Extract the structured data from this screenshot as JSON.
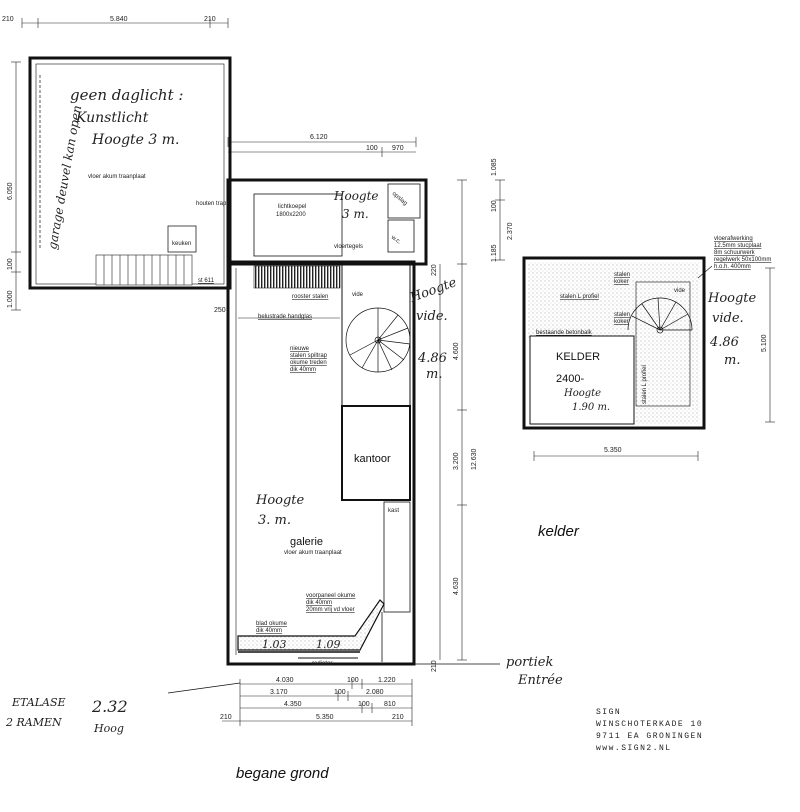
{
  "plan": {
    "title_ground": "begane grond",
    "title_cellar": "kelder",
    "dims_top": [
      "210",
      "5.840",
      "210"
    ],
    "dim_6120": "6.120",
    "dims_100_970": [
      "100",
      "970"
    ],
    "dims_left": [
      "6.050",
      "100",
      "1.000"
    ],
    "dim_250": "250",
    "dims_right_main": [
      "1.085",
      "100",
      "2.370",
      "1.185",
      "220",
      "4.600",
      "3.200",
      "12.630",
      "4.630",
      "210"
    ],
    "dims_bottom_1": [
      "4.030",
      "100",
      "1.220"
    ],
    "dims_bottom_2": [
      "3.170",
      "100",
      "2.080"
    ],
    "dims_bottom_3": [
      "4.350",
      "100",
      "810"
    ],
    "dims_bottom_4": [
      "210",
      "5.350",
      "210"
    ],
    "cellar_dim_bottom": "5.350",
    "cellar_dim_right": "5.100",
    "annotations": {
      "garage_floor": "vloer akum traanplaat",
      "houten_trap": "houten trap",
      "keuken": "keuken",
      "st_611": "st 611",
      "lichtkoepel": "lichtkoepel",
      "lichtkoepel_size": "1800x2200",
      "vloertegels": "vloertegels",
      "opslag": "opslag",
      "wc": "w.c.",
      "rooster_stalen": "rooster stalen",
      "vide": "vide",
      "belustrade": "belustrade handglas",
      "nieuwe_stalen": "nieuwe",
      "stalen_spiltrap": "stalen spiltrap",
      "okume_treden": "okume treden",
      "dik_40mm": "dik 40mm",
      "kantoor": "kantoor",
      "kast": "kast",
      "galerie": "galerie",
      "galerie_floor": "vloer akum traanplaat",
      "voorpaneel_1": "voorpaneel okume",
      "voorpaneel_2": "dik 40mm",
      "voorpaneel_3": "20mm vrij vd vloer",
      "blad_okume_1": "blad okume",
      "blad_okume_2": "dik 40mm",
      "radiator": "radiator",
      "kelder": "KELDER",
      "kelder_level": "2400-",
      "cellar_vide": "vide",
      "stalen_koker_1": "stalen",
      "stalen_koker_2": "koker",
      "stalen_l_profiel": "stalen L profiel",
      "stalen_koker_3": "stalen",
      "stalen_koker_4": "koker",
      "bestaande_betonbalk": "bestaande betonbalk",
      "stalen_l_profiel_v": "stalen L profiel",
      "vloerafwerking_1": "vloerafwerking",
      "vloerafwerking_2": "12.5mm stucplaat",
      "vloerafwerking_3": "8m schuurwerk",
      "vloerafwerking_4": "regelwerk 50x100mm",
      "vloerafwerking_5": "h.o.h. 400mm"
    },
    "handwritten": {
      "daglicht_1": "geen daglicht :",
      "daglicht_2": "Kunstlicht",
      "daglicht_3": "Hoogte 3 m.",
      "garage_side": "garage deuvel kan open",
      "hoogte_top": "Hoogte",
      "hoogte_top_val": "3 m.",
      "hoogte_vide_1": "Hoogte",
      "hoogte_vide_2": "vide.",
      "hoogte_vide_3": "4.86",
      "hoogte_vide_4": "m.",
      "hoogte_galerie_1": "Hoogte",
      "hoogte_galerie_2": "3. m.",
      "vitrine_1": "1.03",
      "vitrine_2": "1.09",
      "cellar_vide_1": "Hoogte",
      "cellar_vide_2": "vide.",
      "cellar_vide_3": "4.86",
      "cellar_vide_4": "m.",
      "cellar_hoogte_1": "Hoogte",
      "cellar_hoogte_2": "1.90 m.",
      "portiek_1": "portiek",
      "portiek_2": "Entrée",
      "etalage_1": "ETALASE",
      "etalage_2": "2 RAMEN",
      "etalage_val": "2.32",
      "etalage_hoog": "Hoog"
    },
    "company": {
      "line1": "SIGN",
      "line2": "WINSCHOTERKADE 10",
      "line3": "9711 EA GRONINGEN",
      "line4": "www.SIGN2.NL"
    }
  }
}
